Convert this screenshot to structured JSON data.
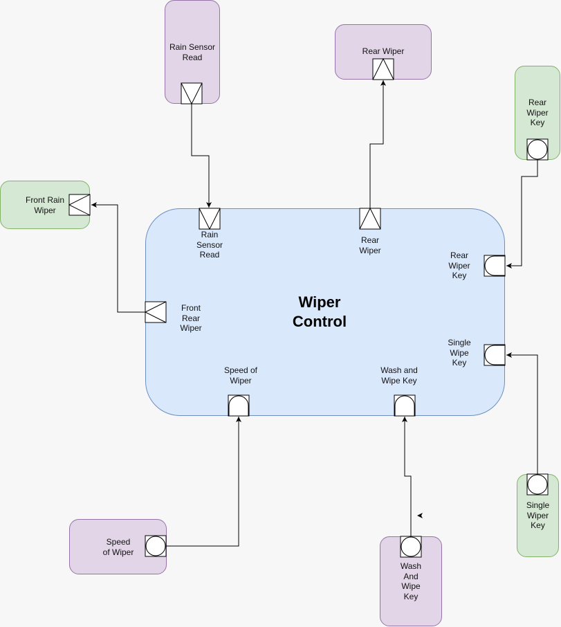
{
  "diagram": {
    "title": "Wiper\nControl",
    "external_blocks": {
      "rain_sensor_read": "Rain Sensor\nRead",
      "rear_wiper": "Rear Wiper",
      "rear_wiper_key": "Rear\nWiper\nKey",
      "front_rain_wiper": "Front Rain\nWiper",
      "speed_of_wiper": "Speed\nof Wiper",
      "wash_and_wipe_key": "Wash\nAnd\nWipe\nKey",
      "single_wiper_key": "Single\nWiper\nKey"
    },
    "ports": {
      "rain_sensor_read": "Rain\nSensor\nRead",
      "rear_wiper": "Rear\nWiper",
      "rear_wiper_key": "Rear\nWiper\nKey",
      "front_rear_wiper": "Front\nRear\nWiper",
      "single_wipe_key": "Single\nWipe\nKey",
      "speed_of_wiper": "Speed of\nWiper",
      "wash_and_wipe_key": "Wash and\nWipe Key"
    }
  }
}
